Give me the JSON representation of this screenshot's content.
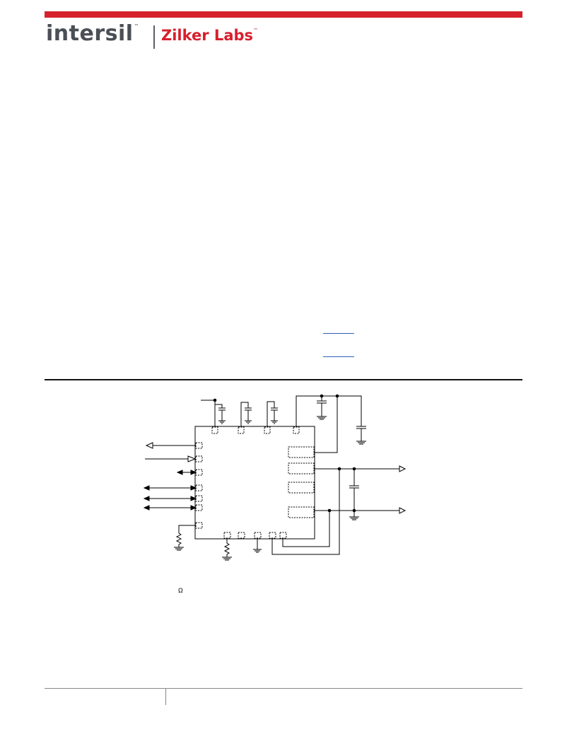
{
  "header": {
    "brand_primary": "intersil",
    "brand_secondary": "Zilker Labs",
    "trademark": "™",
    "accent_color": "#d6202e"
  },
  "schematic": {
    "omega_symbol": "Ω"
  }
}
